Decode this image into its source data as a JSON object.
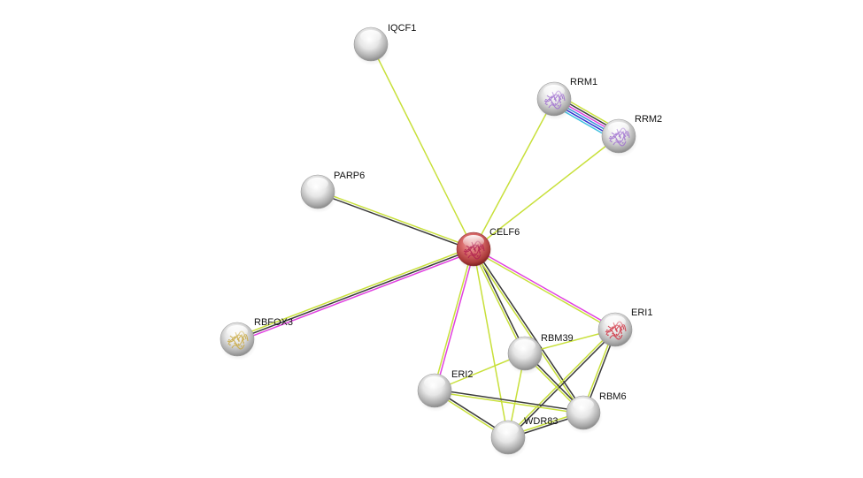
{
  "diagram": {
    "type": "protein-interaction-network",
    "center_node": "CELF6",
    "evidence_colors": {
      "textmining": "#c8e03a",
      "coexpression": "#3b3b3b",
      "experiments": "#e040e0",
      "databases": "#3a8fd8",
      "cooccurrence": "#3030d0",
      "fusion": "#e03030",
      "neighborhood": "#40c0e0"
    },
    "nodes": [
      {
        "id": "IQCF1",
        "label": "IQCF1",
        "color": "#d8d8d8",
        "structure": false,
        "query": false
      },
      {
        "id": "RRM1",
        "label": "RRM1",
        "color": "#d8d8d8",
        "structure": true,
        "structure_color": "#a070d0",
        "query": false
      },
      {
        "id": "RRM2",
        "label": "RRM2",
        "color": "#d8d8d8",
        "structure": true,
        "structure_color": "#a070d0",
        "query": false
      },
      {
        "id": "PARP6",
        "label": "PARP6",
        "color": "#d8d8d8",
        "structure": false,
        "query": false
      },
      {
        "id": "CELF6",
        "label": "CELF6",
        "color": "#d46060",
        "structure": true,
        "structure_color": "#b02050",
        "query": true
      },
      {
        "id": "RBFOX3",
        "label": "RBFOX3",
        "color": "#d8d8d8",
        "structure": true,
        "structure_color": "#c8a840",
        "query": false
      },
      {
        "id": "ERI1",
        "label": "ERI1",
        "color": "#d8d8d8",
        "structure": true,
        "structure_color": "#d03040",
        "query": false
      },
      {
        "id": "RBM39",
        "label": "RBM39",
        "color": "#d8d8d8",
        "structure": false,
        "query": false
      },
      {
        "id": "ERI2",
        "label": "ERI2",
        "color": "#d8d8d8",
        "structure": false,
        "query": false
      },
      {
        "id": "RBM6",
        "label": "RBM6",
        "color": "#d8d8d8",
        "structure": false,
        "query": false
      },
      {
        "id": "WDR83",
        "label": "WDR83",
        "color": "#d8d8d8",
        "structure": false,
        "query": false
      }
    ],
    "edges": [
      {
        "source": "CELF6",
        "target": "IQCF1",
        "evidence": [
          "textmining"
        ]
      },
      {
        "source": "CELF6",
        "target": "RRM1",
        "evidence": [
          "textmining"
        ]
      },
      {
        "source": "CELF6",
        "target": "RRM2",
        "evidence": [
          "textmining"
        ]
      },
      {
        "source": "CELF6",
        "target": "PARP6",
        "evidence": [
          "coexpression",
          "textmining"
        ]
      },
      {
        "source": "CELF6",
        "target": "RBFOX3",
        "evidence": [
          "experiments",
          "coexpression",
          "textmining"
        ]
      },
      {
        "source": "CELF6",
        "target": "ERI1",
        "evidence": [
          "experiments",
          "textmining"
        ]
      },
      {
        "source": "CELF6",
        "target": "RBM39",
        "evidence": [
          "coexpression",
          "textmining"
        ]
      },
      {
        "source": "CELF6",
        "target": "ERI2",
        "evidence": [
          "experiments",
          "textmining"
        ]
      },
      {
        "source": "CELF6",
        "target": "RBM6",
        "evidence": [
          "coexpression",
          "textmining"
        ]
      },
      {
        "source": "CELF6",
        "target": "WDR83",
        "evidence": [
          "textmining"
        ]
      },
      {
        "source": "RRM1",
        "target": "RRM2",
        "evidence": [
          "textmining",
          "coexpression",
          "experiments",
          "databases",
          "cooccurrence",
          "neighborhood"
        ]
      },
      {
        "source": "ERI1",
        "target": "RBM39",
        "evidence": [
          "textmining"
        ]
      },
      {
        "source": "ERI1",
        "target": "RBM6",
        "evidence": [
          "coexpression",
          "textmining"
        ]
      },
      {
        "source": "ERI1",
        "target": "WDR83",
        "evidence": [
          "coexpression",
          "textmining"
        ]
      },
      {
        "source": "RBM39",
        "target": "ERI2",
        "evidence": [
          "textmining"
        ]
      },
      {
        "source": "RBM39",
        "target": "RBM6",
        "evidence": [
          "coexpression",
          "textmining"
        ]
      },
      {
        "source": "RBM39",
        "target": "WDR83",
        "evidence": [
          "textmining"
        ]
      },
      {
        "source": "ERI2",
        "target": "RBM6",
        "evidence": [
          "coexpression",
          "textmining"
        ]
      },
      {
        "source": "ERI2",
        "target": "WDR83",
        "evidence": [
          "coexpression",
          "textmining"
        ]
      },
      {
        "source": "RBM6",
        "target": "WDR83",
        "evidence": [
          "coexpression",
          "textmining"
        ]
      }
    ]
  }
}
